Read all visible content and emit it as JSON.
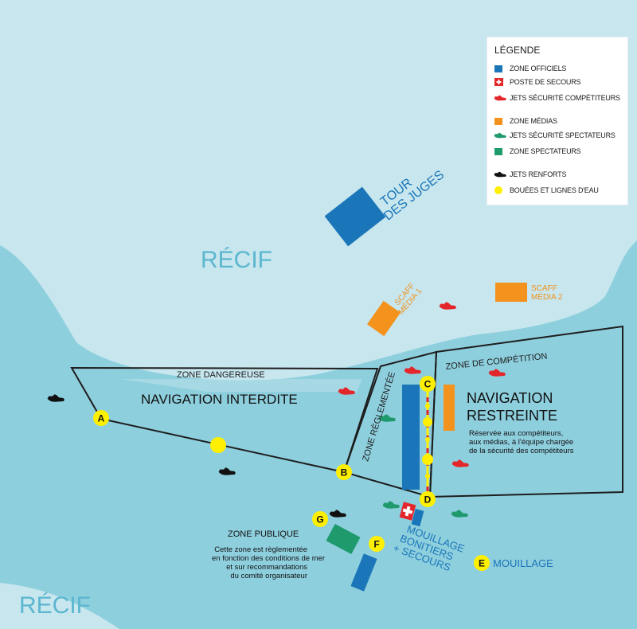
{
  "colors": {
    "reef": "#c7e6ee",
    "water": "#8ecfde",
    "officials": "#1a76b8",
    "media": "#f3921c",
    "spectators": "#1f9a6c",
    "safety_competitors": "#e3262a",
    "safety_spectators": "#1f9a6c",
    "reinforcement_jets": "#111111",
    "buoys": "#ffef00",
    "line": "#1d1d1d"
  },
  "reef_labels": {
    "top": "RÉCIF",
    "bottom": "RÉCIF"
  },
  "zones": {
    "dangerous": "ZONE DANGEREUSE",
    "forbidden": "NAVIGATION INTERDITE",
    "regulated": "ZONE RÈGLEMENTÉE",
    "competition": "ZONE DE COMPÉTITION",
    "restricted_title_line1": "NAVIGATION",
    "restricted_title_line2": "RESTREINTE",
    "restricted_desc": [
      "Réservée aux compétiteurs,",
      "aux médias, à l'équipe chargée",
      "de la sécurité des compétiteurs"
    ],
    "public_title": "ZONE PUBLIQUE",
    "public_desc": [
      "Cette zone est règlementée",
      "en fonction des conditions de mer",
      "et sur recommandations",
      "du comité organisateur"
    ]
  },
  "places": {
    "judges_tower_line1": "TOUR",
    "judges_tower_line2": "DES JUGES",
    "scaff1_line1": "SCAFF",
    "scaff1_line2": "MÉDIA 1",
    "scaff2_line1": "SCAFF",
    "scaff2_line2": "MÉDIA 2",
    "mooring_boats_line1": "MOUILLAGE",
    "mooring_boats_line2": "BONITIERS",
    "mooring_boats_line3": "+ SECOURS",
    "mooring": "MOUILLAGE"
  },
  "markers": [
    "A",
    "B",
    "C",
    "D",
    "E",
    "F",
    "G"
  ],
  "legend": {
    "title": "LÉGENDE",
    "items": [
      {
        "label": "ZONE OFFICIELS",
        "symbol": "officials-square-icon"
      },
      {
        "label": "POSTE DE SECOURS",
        "symbol": "first-aid-cross-icon"
      },
      {
        "label": "JETS SÉCURITÉ COMPÉTITEURS",
        "symbol": "red-jetski-icon"
      },
      {
        "label": "ZONE MÉDIAS",
        "symbol": "media-square-icon"
      },
      {
        "label": "JETS SÉCURITÉ SPECTATEURS",
        "symbol": "green-jetski-icon"
      },
      {
        "label": "ZONE SPECTATEURS",
        "symbol": "spectators-square-icon"
      },
      {
        "label": "JETS RENFORTS",
        "symbol": "black-jetski-icon"
      },
      {
        "label": "BOUÉES ET LIGNES D'EAU",
        "symbol": "buoy-icon"
      }
    ]
  }
}
